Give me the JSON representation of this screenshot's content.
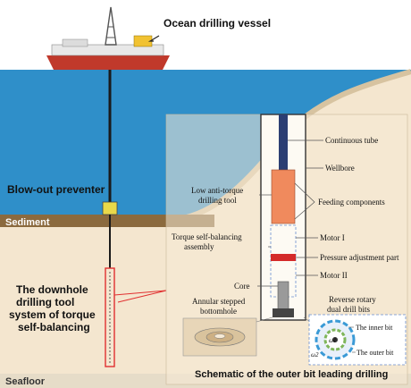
{
  "labels": {
    "vessel": "Ocean drilling vessel",
    "bop": "Blow-out preventer",
    "sediment": "Sediment",
    "seafloor": "Seafloor",
    "downhole_1": "The downhole",
    "downhole_2": "drilling tool",
    "downhole_3": "system of torque",
    "downhole_4": "self-balancing",
    "schematic": "Schematic of the outer bit leading drilling"
  },
  "schematic_labels": {
    "continuous_tube": "Continuous tube",
    "wellbore": "Wellbore",
    "low_torque_1": "Low anti-torque",
    "low_torque_2": "drilling tool",
    "feeding": "Feeding components",
    "motor1": "Motor I",
    "torque_assembly_1": "Torque self-balancing",
    "torque_assembly_2": "assembly",
    "pressure": "Pressure adjustment part",
    "core": "Core",
    "motor2": "Motor II",
    "annular_1": "Annular stepped",
    "annular_2": "bottomhole",
    "reverse_1": "Reverse rotary",
    "reverse_2": "dual drill bits",
    "inner_bit": "The inner bit",
    "outer_bit": "The outer bit",
    "omega1": "ω1",
    "omega2": "ω2"
  },
  "colors": {
    "sky": "#ffffff",
    "sea": "#2f8fc9",
    "sediment": "#8b6a3e",
    "ground": "#f4e6cf",
    "panel": "#f6ead6",
    "feeding": "#f08a5d",
    "pressure": "#d42a2a",
    "tube": "#2b3e73",
    "callout": "#e03030"
  }
}
